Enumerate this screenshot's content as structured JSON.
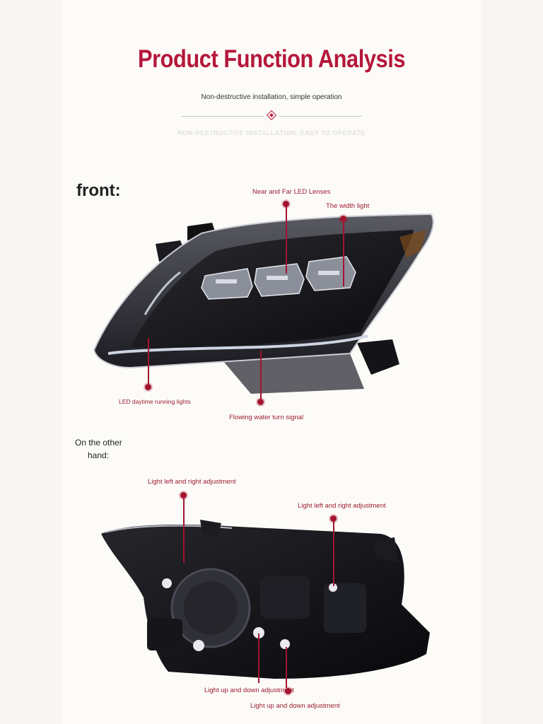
{
  "header": {
    "title": "Product Function Analysis",
    "subtitle": "Non-destructive installation, simple operation",
    "caption_en": "NON-DESTRUCTIVE INSTALLATION, EASY TO OPERATE"
  },
  "front": {
    "label": "front:",
    "callouts": {
      "lenses": "Near and Far LED Lenses",
      "width_light": "The width light",
      "drl": "LED daytime running lights",
      "turn_signal": "Flowing water turn signal"
    }
  },
  "back": {
    "label_line1": "On the other",
    "label_line2": "hand:",
    "callouts": {
      "lr_adjust_1": "Light left and right adjustment",
      "lr_adjust_2": "Light left and right adjustment",
      "ud_adjust_1": "Light up and down adjustment",
      "ud_adjust_2": "Light up and down adjustment"
    }
  },
  "colors": {
    "accent": "#b5173a",
    "callout": "#9b1c33",
    "background": "#fcfbf8"
  }
}
